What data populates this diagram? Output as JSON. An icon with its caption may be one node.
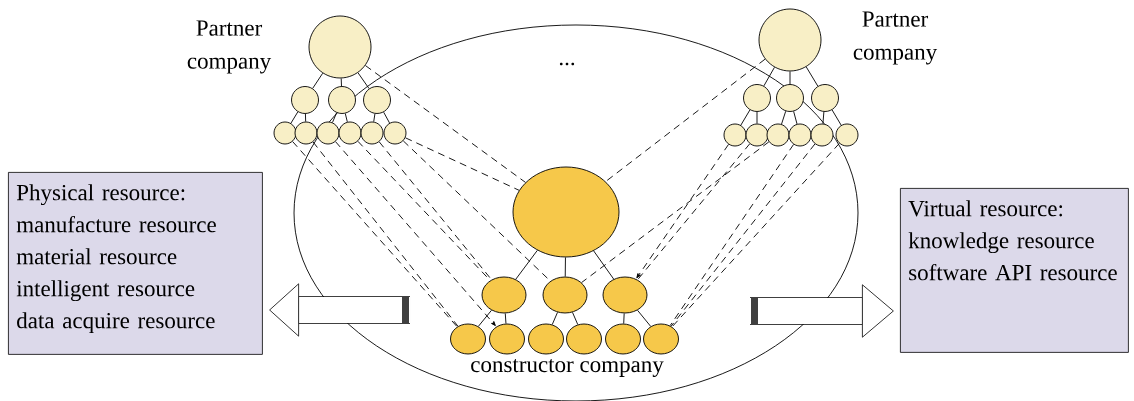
{
  "diagram": {
    "nodes": [
      {
        "text": [],
        "shape": "ellipse"
      },
      {
        "text": [],
        "shape": "circle",
        "beside": [
          "Partner company"
        ]
      },
      {
        "text": [],
        "shape": "circle"
      },
      {
        "text": [],
        "shape": "circle"
      },
      {
        "text": [],
        "shape": "circle",
        "in": 0
      },
      {
        "text": [],
        "shape": "circle"
      },
      {
        "text": [],
        "shape": "circle"
      },
      {
        "text": [],
        "shape": "circle",
        "in": 0
      },
      {
        "text": [],
        "shape": "circle",
        "in": 0
      },
      {
        "text": [],
        "shape": "circle",
        "in": 0
      },
      {
        "text": [],
        "shape": "circle",
        "in": 0
      },
      {
        "text": [],
        "shape": "circle",
        "beside": [
          "Partner company"
        ]
      },
      {
        "text": [],
        "shape": "circle",
        "in": 0
      },
      {
        "text": [],
        "shape": "circle",
        "in": 0
      },
      {
        "text": [],
        "shape": "circle"
      },
      {
        "text": [],
        "shape": "circle",
        "in": 0
      },
      {
        "text": [],
        "shape": "circle",
        "in": 0
      },
      {
        "text": [],
        "shape": "circle",
        "in": 0
      },
      {
        "text": [],
        "shape": "circle",
        "in": 0
      },
      {
        "text": [],
        "shape": "circle",
        "in": 0
      },
      {
        "text": [],
        "shape": "circle"
      },
      {
        "text": [],
        "shape": "ellipse",
        "in": 0
      },
      {
        "text": [],
        "shape": "ellipse",
        "in": 0
      },
      {
        "text": [],
        "shape": "ellipse",
        "in": 0
      },
      {
        "text": [],
        "shape": "ellipse",
        "in": 0
      },
      {
        "text": [],
        "shape": "ellipse",
        "in": 0
      },
      {
        "text": [],
        "shape": "ellipse",
        "in": 0
      },
      {
        "text": [],
        "shape": "ellipse",
        "in": 0
      },
      {
        "text": [],
        "shape": "ellipse",
        "in": 0
      },
      {
        "text": [],
        "shape": "ellipse",
        "in": 0
      },
      {
        "text": [],
        "shape": "ellipse",
        "in": 0
      },
      {
        "text": [
          "Physical resource:",
          "manufacture resource",
          "material resource",
          "intelligent resource",
          "data acquire resource"
        ]
      },
      {
        "text": [
          "Virtual resource:",
          "knowledge resource",
          "software API resource"
        ]
      }
    ],
    "edges": [
      {
        "from": 1,
        "to": 2,
        "arrow": "none"
      },
      {
        "from": 1,
        "to": 3,
        "arrow": "none"
      },
      {
        "from": 1,
        "to": 4,
        "arrow": "none"
      },
      {
        "from": 2,
        "to": 5,
        "arrow": "none"
      },
      {
        "from": 2,
        "to": 6,
        "arrow": "none"
      },
      {
        "from": 3,
        "to": 7,
        "arrow": "none"
      },
      {
        "from": 3,
        "to": 8,
        "arrow": "none"
      },
      {
        "from": 4,
        "to": 9,
        "arrow": "none"
      },
      {
        "from": 4,
        "to": 10,
        "arrow": "none"
      },
      {
        "from": 11,
        "to": 12,
        "arrow": "none"
      },
      {
        "from": 11,
        "to": 13,
        "arrow": "none"
      },
      {
        "from": 11,
        "to": 14,
        "arrow": "none"
      },
      {
        "from": 12,
        "to": 15,
        "arrow": "none"
      },
      {
        "from": 12,
        "to": 16,
        "arrow": "none"
      },
      {
        "from": 13,
        "to": 17,
        "arrow": "none"
      },
      {
        "from": 13,
        "to": 18,
        "arrow": "none"
      },
      {
        "from": 14,
        "to": 19,
        "arrow": "none"
      },
      {
        "from": 14,
        "to": 20,
        "arrow": "none"
      },
      {
        "from": 21,
        "to": 22,
        "arrow": "none"
      },
      {
        "from": 21,
        "to": 23,
        "arrow": "none"
      },
      {
        "from": 21,
        "to": 24,
        "arrow": "none"
      },
      {
        "from": 22,
        "to": 25,
        "arrow": "none"
      },
      {
        "from": 22,
        "to": 26,
        "arrow": "none"
      },
      {
        "from": 23,
        "to": 27,
        "arrow": "none"
      },
      {
        "from": 23,
        "to": 28,
        "arrow": "none"
      },
      {
        "from": 24,
        "to": 29,
        "arrow": "none"
      },
      {
        "from": 24,
        "to": 30,
        "arrow": "none"
      },
      {
        "from": 1,
        "to": 21,
        "arrow": "none",
        "style": "dashed"
      },
      {
        "from": 5,
        "to": 25,
        "arrow": "none",
        "style": "dashed"
      },
      {
        "from": 6,
        "to": 25,
        "arrow": "none",
        "style": "dashed"
      },
      {
        "from": 7,
        "to": 26,
        "arrow": "to",
        "style": "dashed"
      },
      {
        "from": 8,
        "to": 22,
        "arrow": "none",
        "style": "dashed"
      },
      {
        "from": 9,
        "to": 22,
        "arrow": "none",
        "style": "dashed"
      },
      {
        "from": 10,
        "to": 21,
        "arrow": "none",
        "style": "dashed"
      },
      {
        "from": 10,
        "to": 23,
        "arrow": "none",
        "style": "dashed"
      },
      {
        "from": 11,
        "to": 21,
        "arrow": "none",
        "style": "dashed"
      },
      {
        "from": 15,
        "to": 24,
        "arrow": "to",
        "style": "dashed"
      },
      {
        "from": 16,
        "to": 24,
        "arrow": "none",
        "style": "dashed"
      },
      {
        "from": 17,
        "to": 23,
        "arrow": "none",
        "style": "dashed"
      },
      {
        "from": 18,
        "to": 30,
        "arrow": "none",
        "style": "dashed"
      },
      {
        "from": 19,
        "to": 30,
        "arrow": "none",
        "style": "dashed"
      },
      {
        "from": 20,
        "to": 30,
        "arrow": "none",
        "style": "dashed"
      },
      {
        "from": null,
        "to": 31,
        "arrow": "to",
        "style": "thick"
      },
      {
        "from": null,
        "to": 32,
        "arrow": "to",
        "style": "thick"
      }
    ],
    "labels": [
      "...",
      "constructor company"
    ]
  }
}
